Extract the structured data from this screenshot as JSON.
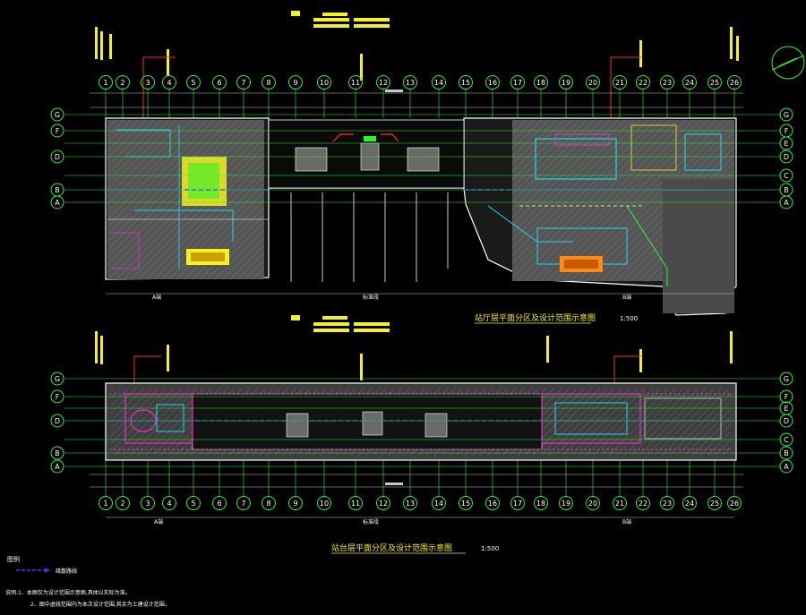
{
  "drawing": {
    "colors": {
      "background": "#000000",
      "axis_line": "#2ff52f",
      "bubble_text": "#ffffff",
      "dimension": "#ffffff",
      "wall_fill": "#6a6a6a",
      "yellow": "#f5f01e",
      "cyan": "#1ed8f0",
      "magenta": "#f02ad0",
      "red": "#ff2a2a",
      "orange": "#ff8a10",
      "blue": "#3a3aff"
    },
    "axis_numbers": [
      "1",
      "2",
      "3",
      "4",
      "5",
      "6",
      "7",
      "8",
      "9",
      "10",
      "11",
      "12",
      "13",
      "14",
      "15",
      "16",
      "17",
      "18",
      "19",
      "20",
      "21",
      "22",
      "23",
      "24",
      "25",
      "26"
    ],
    "axis_letters": [
      "G",
      "F",
      "E",
      "D",
      "C",
      "B",
      "A"
    ],
    "left_letters": [
      "G",
      "F",
      "D",
      "B",
      "A"
    ],
    "top_plan": {
      "title": "站厅层平面分区及设计范围示意图",
      "scale": "1:500",
      "left_zone_label": "A端",
      "mid_zone_label": "标准段",
      "right_zone_label": "B端"
    },
    "bottom_plan": {
      "title": "站台层平面分区及设计范围示意图",
      "scale": "1:500",
      "left_zone_label": "A端",
      "mid_zone_label": "标准段",
      "right_zone_label": "B端"
    },
    "legend": {
      "heading": "图例",
      "item": "疏散路线"
    },
    "notes": [
      "说明:1、本图仅为设计范围示意图,具体以实际为准。",
      "2、图中虚线范围内为本次设计范围,其余为土建设计范围。"
    ],
    "north_arrow": "north-arrow"
  }
}
